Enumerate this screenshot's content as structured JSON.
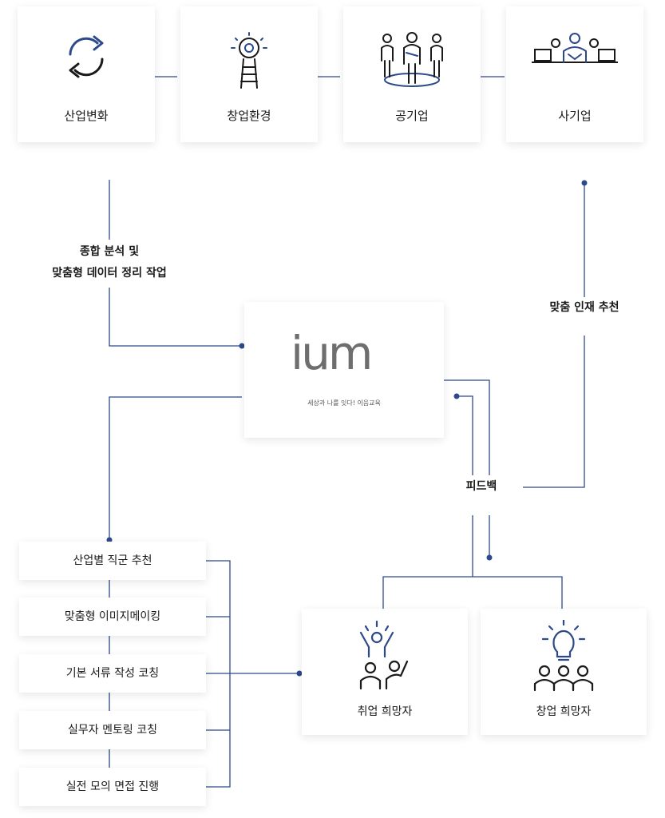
{
  "top_boxes": [
    {
      "label": "산업변화",
      "icon": "cycle-arrows-icon"
    },
    {
      "label": "창업환경",
      "icon": "lightbulb-ladder-icon"
    },
    {
      "label": "공기업",
      "icon": "team-people-icon"
    },
    {
      "label": "사기업",
      "icon": "meeting-desk-icon"
    }
  ],
  "flow_labels": {
    "analysis_line1": "종합 분석 및",
    "analysis_line2": "맞춤형 데이터 정리 작업",
    "talent": "맞춤 인재 추천",
    "feedback": "피드백"
  },
  "logo": {
    "word": "ium",
    "tagline": "세상과 나를 잇다! 이음교육"
  },
  "services": [
    "산업별 직군 추천",
    "맞춤형 이미지메이킹",
    "기본 서류 작성 코칭",
    "실무자 멘토링 코칭",
    "실전 모의 면접 진행"
  ],
  "seekers": [
    {
      "label": "취업 희망자",
      "icon": "job-seeker-icon"
    },
    {
      "label": "창업 희망자",
      "icon": "startup-idea-icon"
    }
  ],
  "colors": {
    "line": "#2c4a8a",
    "icon_blue": "#2c4a8a",
    "logo_gray": "#6e6e6e"
  }
}
